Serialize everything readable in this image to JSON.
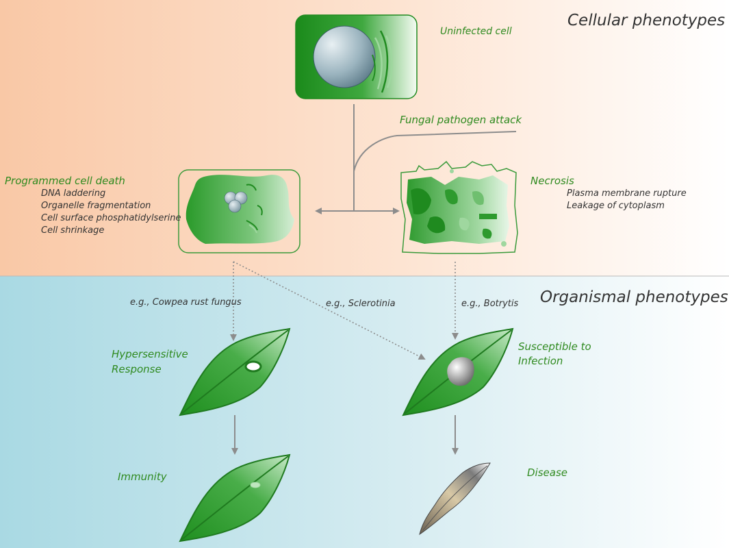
{
  "sections": {
    "cellular_title": "Cellular phenotypes",
    "organismal_title": "Organismal phenotypes"
  },
  "labels": {
    "uninfected": "Uninfected cell",
    "fungal_attack": "Fungal pathogen attack",
    "pcd_title": "Programmed cell death",
    "pcd_features": [
      "DNA laddering",
      "Organelle fragmentation",
      "Cell surface phosphatidylserine",
      "Cell shrinkage"
    ],
    "necrosis_title": "Necrosis",
    "necrosis_features": [
      "Plasma membrane rupture",
      "Leakage of cytoplasm"
    ],
    "eg_cowpea": "e.g., Cowpea rust fungus",
    "eg_sclerotinia": "e.g., Sclerotinia",
    "eg_botrytis": "e.g., Botrytis",
    "hypersensitive_line1": "Hypersensitive",
    "hypersensitive_line2": "Response",
    "susceptible_line1": "Susceptible to",
    "susceptible_line2": "Infection",
    "immunity": "Immunity",
    "disease": "Disease"
  },
  "colors": {
    "label_green": "#2f8a1f",
    "cell_green": "#1f8a1f",
    "arrow_grey": "#8c8c8c",
    "top_band_left": "#f9c6a4",
    "bottom_band_left": "#a8d8e2"
  }
}
